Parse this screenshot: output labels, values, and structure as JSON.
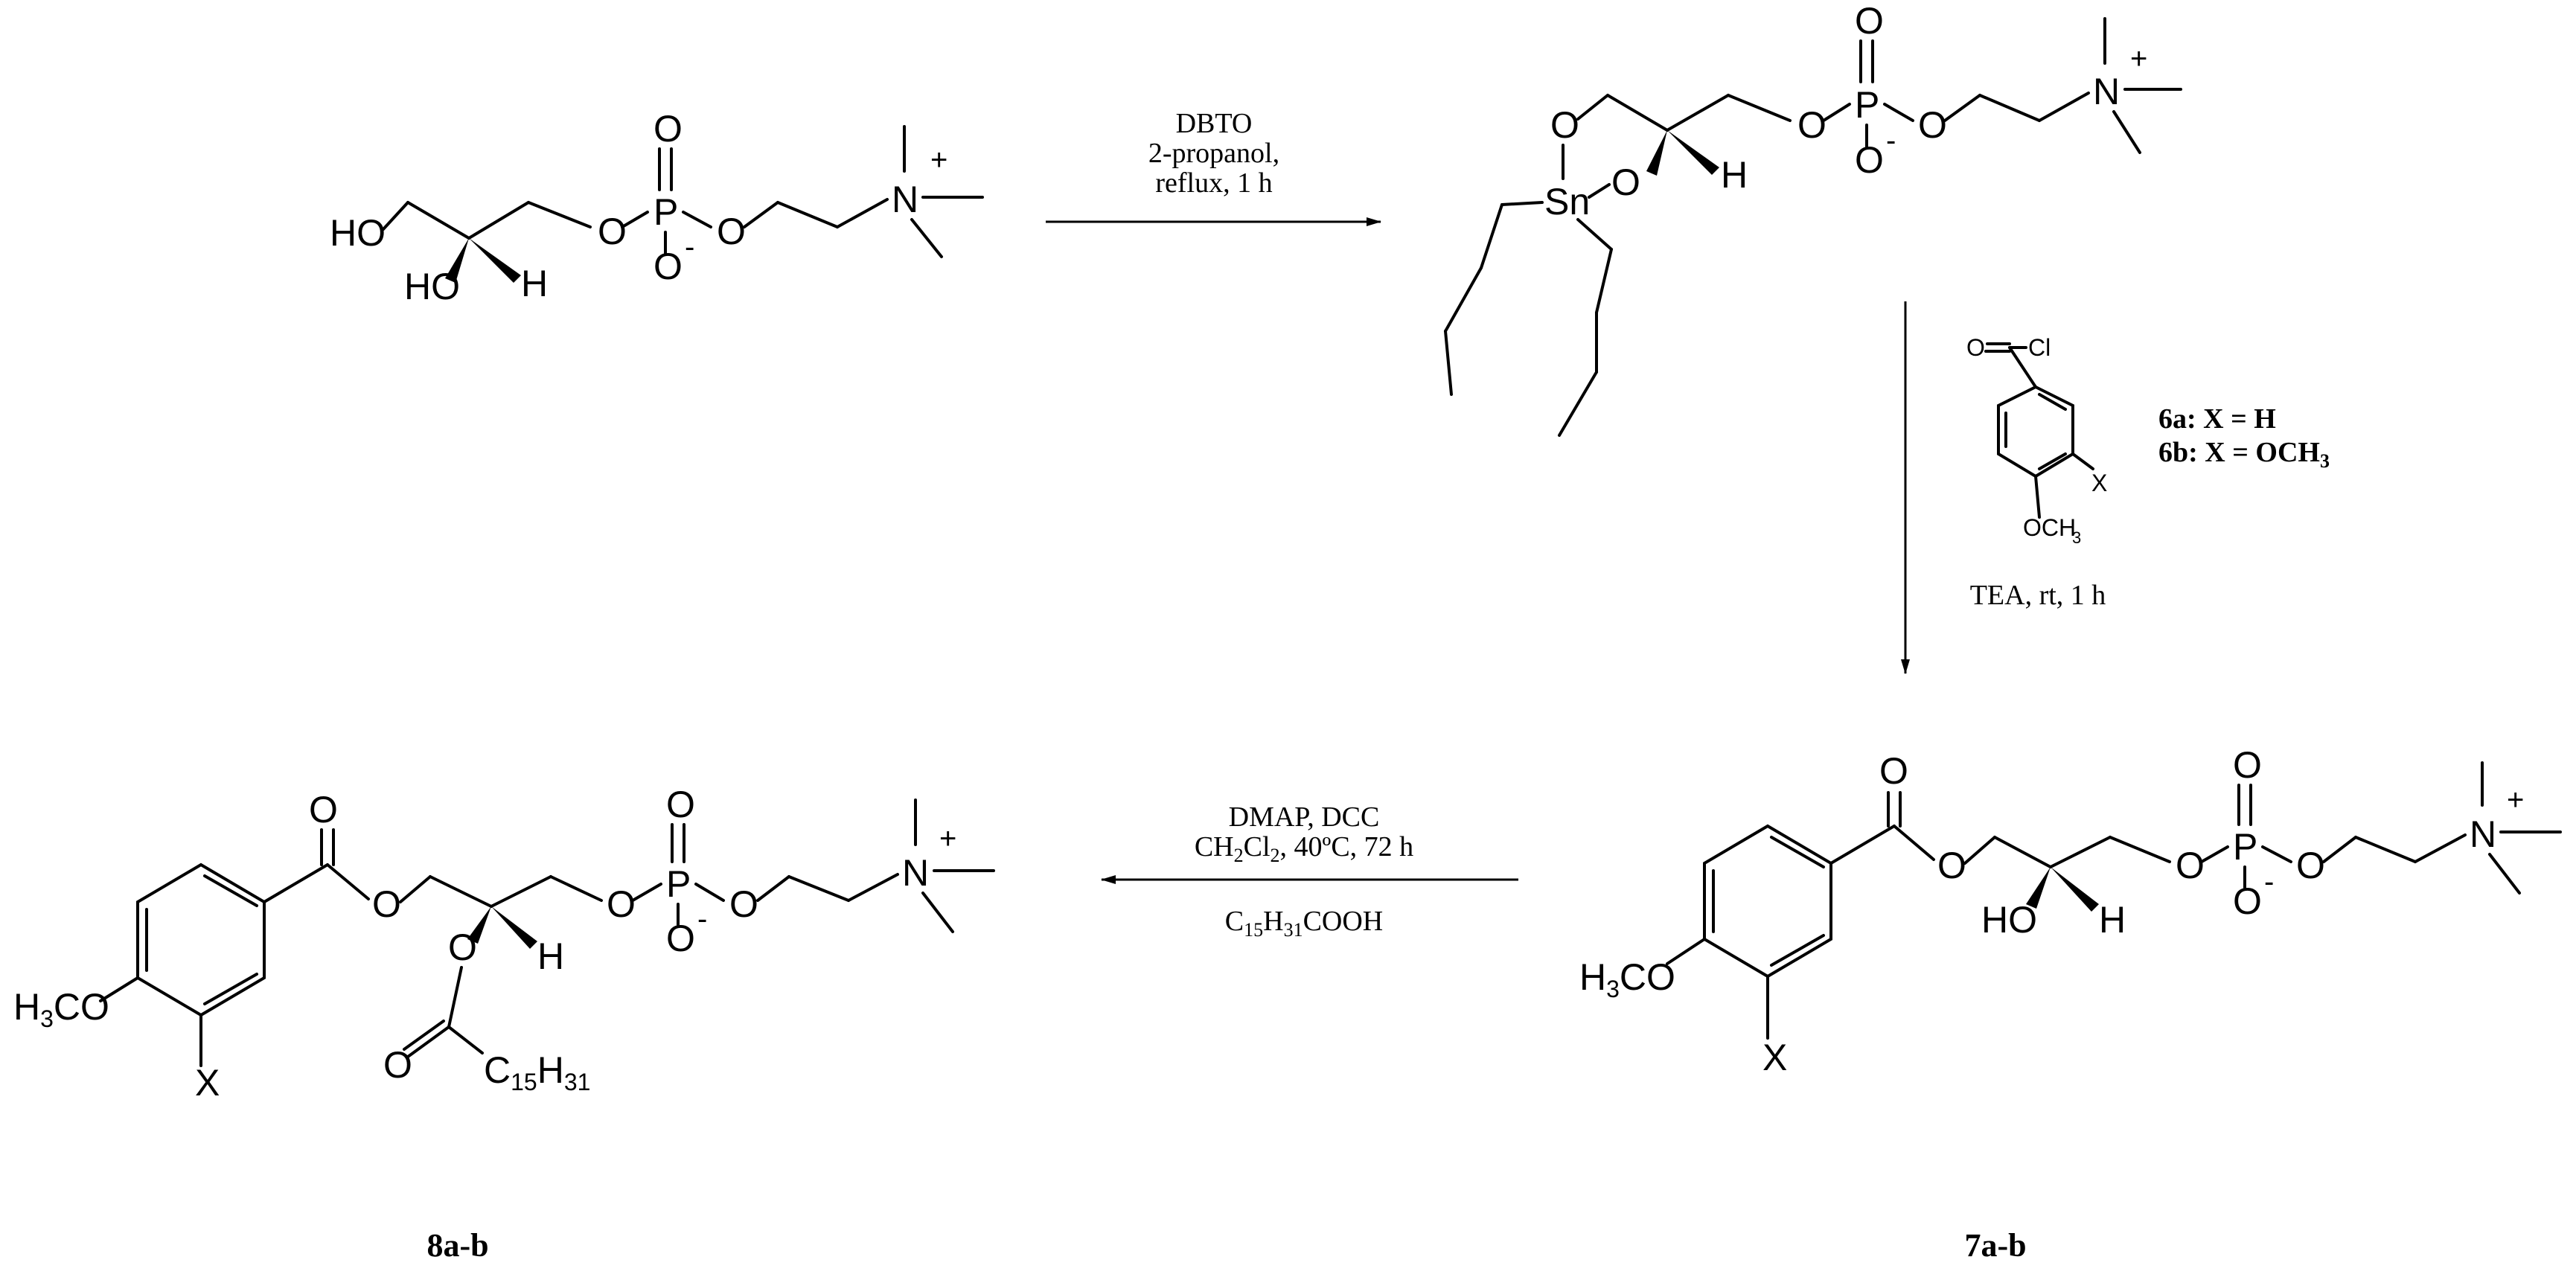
{
  "atoms": {
    "O": "O",
    "HO": "HO",
    "H": "H",
    "P": "P",
    "N": "N",
    "Sn": "Sn",
    "plus": "+",
    "minus": "-",
    "Cl": "Cl",
    "X": "X",
    "OCH": "OCH",
    "three": "3",
    "H3CO_a": "H",
    "H3CO_b": "3",
    "H3CO_c": "CO",
    "C": "C",
    "n15": "15",
    "n31": "31"
  },
  "step1": {
    "line1": "DBTO",
    "line2": "2-propanol,",
    "line3": "reflux, 1 h"
  },
  "step2": {
    "reagent_6a": "6a: X = H",
    "reagent_6b_a": "6b: X = OCH",
    "reagent_6b_b": "3",
    "conditions": "TEA, rt, 1 h"
  },
  "step3": {
    "line1": "DMAP, DCC",
    "line2_a": "CH",
    "line2_b": "2",
    "line2_c": "Cl",
    "line2_d": "2",
    "line2_e": ", 40ºC, 72 h",
    "line3_a": "C",
    "line3_b": "15",
    "line3_c": "H",
    "line3_d": "31",
    "line3_e": "COOH"
  },
  "compounds": {
    "label_8": "8a-b",
    "label_7": "7a-b"
  }
}
